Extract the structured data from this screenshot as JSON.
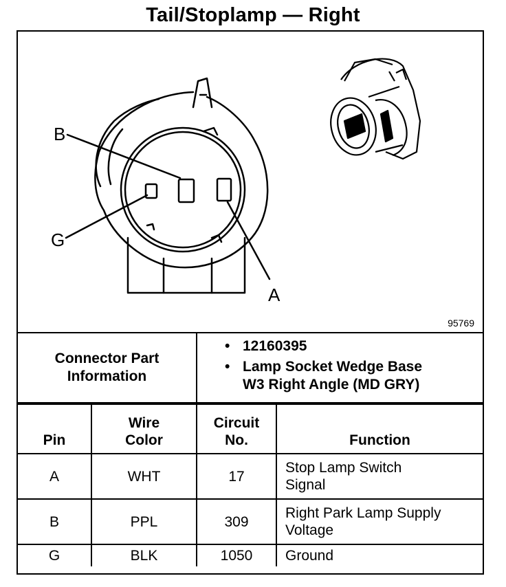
{
  "title": "Tail/Stoplamp — Right",
  "diagram": {
    "labels": {
      "b": "B",
      "g": "G",
      "a": "A"
    },
    "figure_number": "95769"
  },
  "info": {
    "label_line1": "Connector Part",
    "label_line2": "Information",
    "bullet": "•",
    "items": [
      {
        "line1": "12160395",
        "line2": ""
      },
      {
        "line1": "Lamp Socket Wedge Base",
        "line2": "W3 Right Angle (MD GRY)"
      }
    ]
  },
  "table": {
    "headers": {
      "pin": "Pin",
      "wire_color_1": "Wire",
      "wire_color_2": "Color",
      "circuit_1": "Circuit",
      "circuit_2": "No.",
      "function": "Function"
    },
    "rows": [
      {
        "pin": "A",
        "color": "WHT",
        "circuit": "17",
        "function_1": "Stop Lamp Switch",
        "function_2": "Signal"
      },
      {
        "pin": "B",
        "color": "PPL",
        "circuit": "309",
        "function_1": "Right Park Lamp Supply",
        "function_2": "Voltage"
      },
      {
        "pin": "G",
        "color": "BLK",
        "circuit": "1050",
        "function_1": "Ground",
        "function_2": ""
      }
    ]
  }
}
